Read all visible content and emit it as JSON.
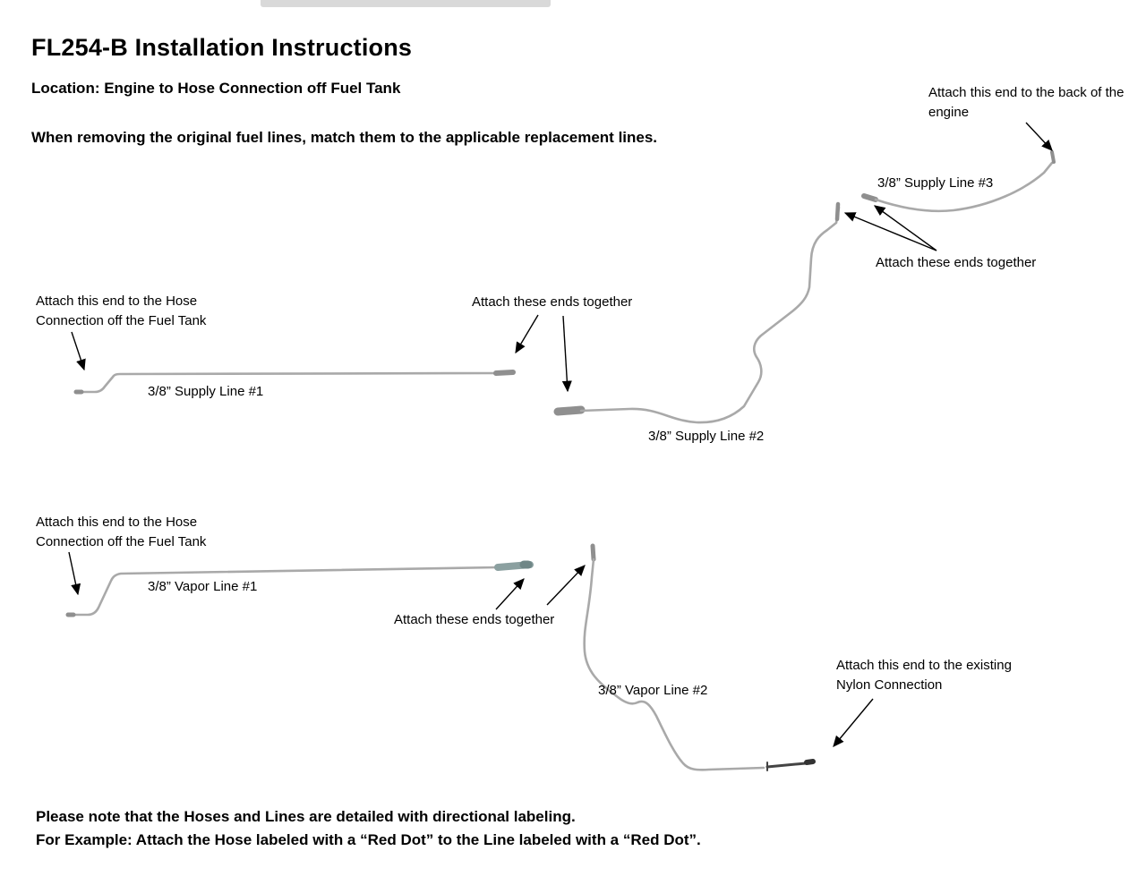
{
  "header": {
    "title": "FL254-B Installation Instructions",
    "location": "Location: Engine to Hose Connection off Fuel Tank",
    "instruction": "When removing the original fuel lines, match them to the applicable replacement lines."
  },
  "diagram": {
    "line_labels": {
      "supply1": "3/8” Supply Line #1",
      "supply2": "3/8” Supply Line #2",
      "supply3": "3/8” Supply Line #3",
      "vapor1": "3/8” Vapor Line #1",
      "vapor2": "3/8” Vapor Line #2"
    },
    "annotations": {
      "back_of_engine": "Attach this end to the back of the engine",
      "ends_together_supply3": "Attach these ends together",
      "hose_connection_supply": "Attach this end to the Hose Connection off the Fuel Tank",
      "ends_together_supply": "Attach these ends together",
      "hose_connection_vapor": "Attach this end to the Hose Connection off the Fuel Tank",
      "ends_together_vapor": "Attach these ends together",
      "nylon_connection": "Attach this end to the existing Nylon Connection"
    }
  },
  "footer": {
    "note1": "Please note that the Hoses and Lines are detailed with directional labeling.",
    "note2": "For Example: Attach the Hose labeled with a “Red Dot” to the Line labeled with a “Red Dot”."
  },
  "colors": {
    "line": "#a9a9a9",
    "fitting": "#8f8f8f",
    "vapor_fitting": "#8ba0a0",
    "connector_dark": "#444444",
    "arrow": "#000000",
    "text": "#000000",
    "background": "#ffffff"
  }
}
